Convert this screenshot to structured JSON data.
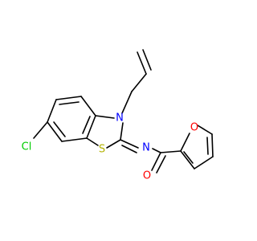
{
  "colors": {
    "background": "#ffffff",
    "bond": "#000000",
    "N": "#0000ff",
    "O": "#ff0000",
    "S": "#b2b200",
    "Cl": "#00cc00"
  },
  "atoms": {
    "n3": {
      "label": "N",
      "element": "N"
    },
    "n_imine": {
      "label": "N",
      "element": "N"
    },
    "s1": {
      "label": "S",
      "element": "S"
    },
    "cl": {
      "label": "Cl",
      "element": "Cl"
    },
    "o_carbonyl": {
      "label": "O",
      "element": "O"
    },
    "o_furan": {
      "label": "O",
      "element": "O"
    }
  }
}
